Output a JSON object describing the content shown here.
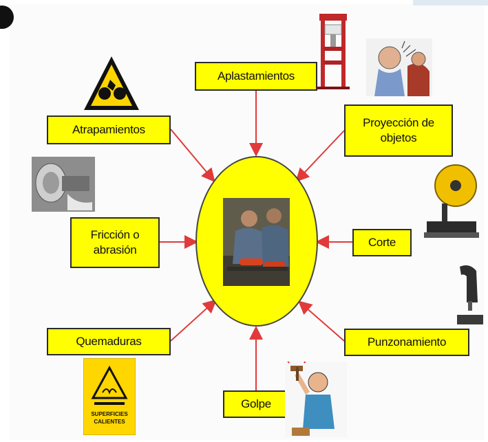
{
  "diagram": {
    "center": {
      "icon": "workers-at-machine-photo"
    },
    "hazards": {
      "aplastamientos": {
        "label": "Aplastamientos",
        "icon": "hydraulic-press-icon"
      },
      "proyeccion": {
        "line1": "Proyección de",
        "line2": "objetos",
        "icon": "flying-debris-worker-icon"
      },
      "atrapamientos": {
        "label": "Atrapamientos",
        "icon": "entrapment-warning-sign-icon"
      },
      "friccion": {
        "line1": "Fricción o",
        "line2": "abrasión",
        "icon": "grinding-wheel-icon"
      },
      "corte": {
        "label": "Corte",
        "icon": "cutoff-saw-icon"
      },
      "quemaduras": {
        "label": "Quemaduras",
        "icon": "hot-surface-sign-icon",
        "sign_text_1": "SUPERFICIES",
        "sign_text_2": "CALIENTES"
      },
      "punzonamiento": {
        "label": "Punzonamiento",
        "icon": "punch-press-icon"
      },
      "golpe": {
        "label": "Golpe",
        "icon": "hammer-worker-icon"
      }
    },
    "colors": {
      "box_fill": "#ffff00",
      "arrow": "#e03a3a",
      "border": "#2b2b2b"
    }
  }
}
